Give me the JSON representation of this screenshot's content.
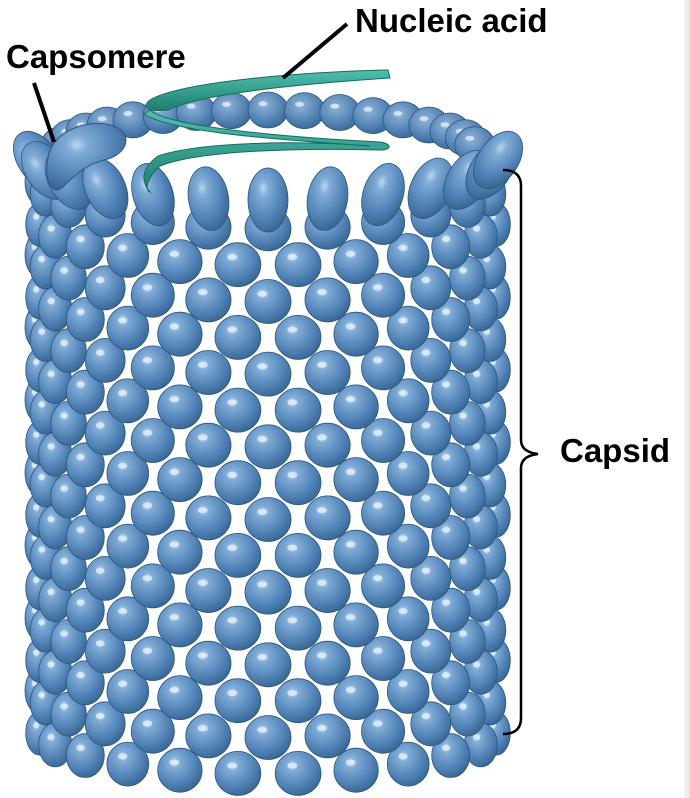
{
  "labels": {
    "nucleic_acid": "Nucleic acid",
    "capsomere": "Capsomere",
    "capsid": "Capsid"
  },
  "colors": {
    "capsomere_fill": "#5a8fc2",
    "capsomere_dark": "#3b6d9e",
    "capsomere_highlight": "#cfe3f5",
    "nucleic_acid": "#2e9a8a",
    "text": "#000000"
  }
}
